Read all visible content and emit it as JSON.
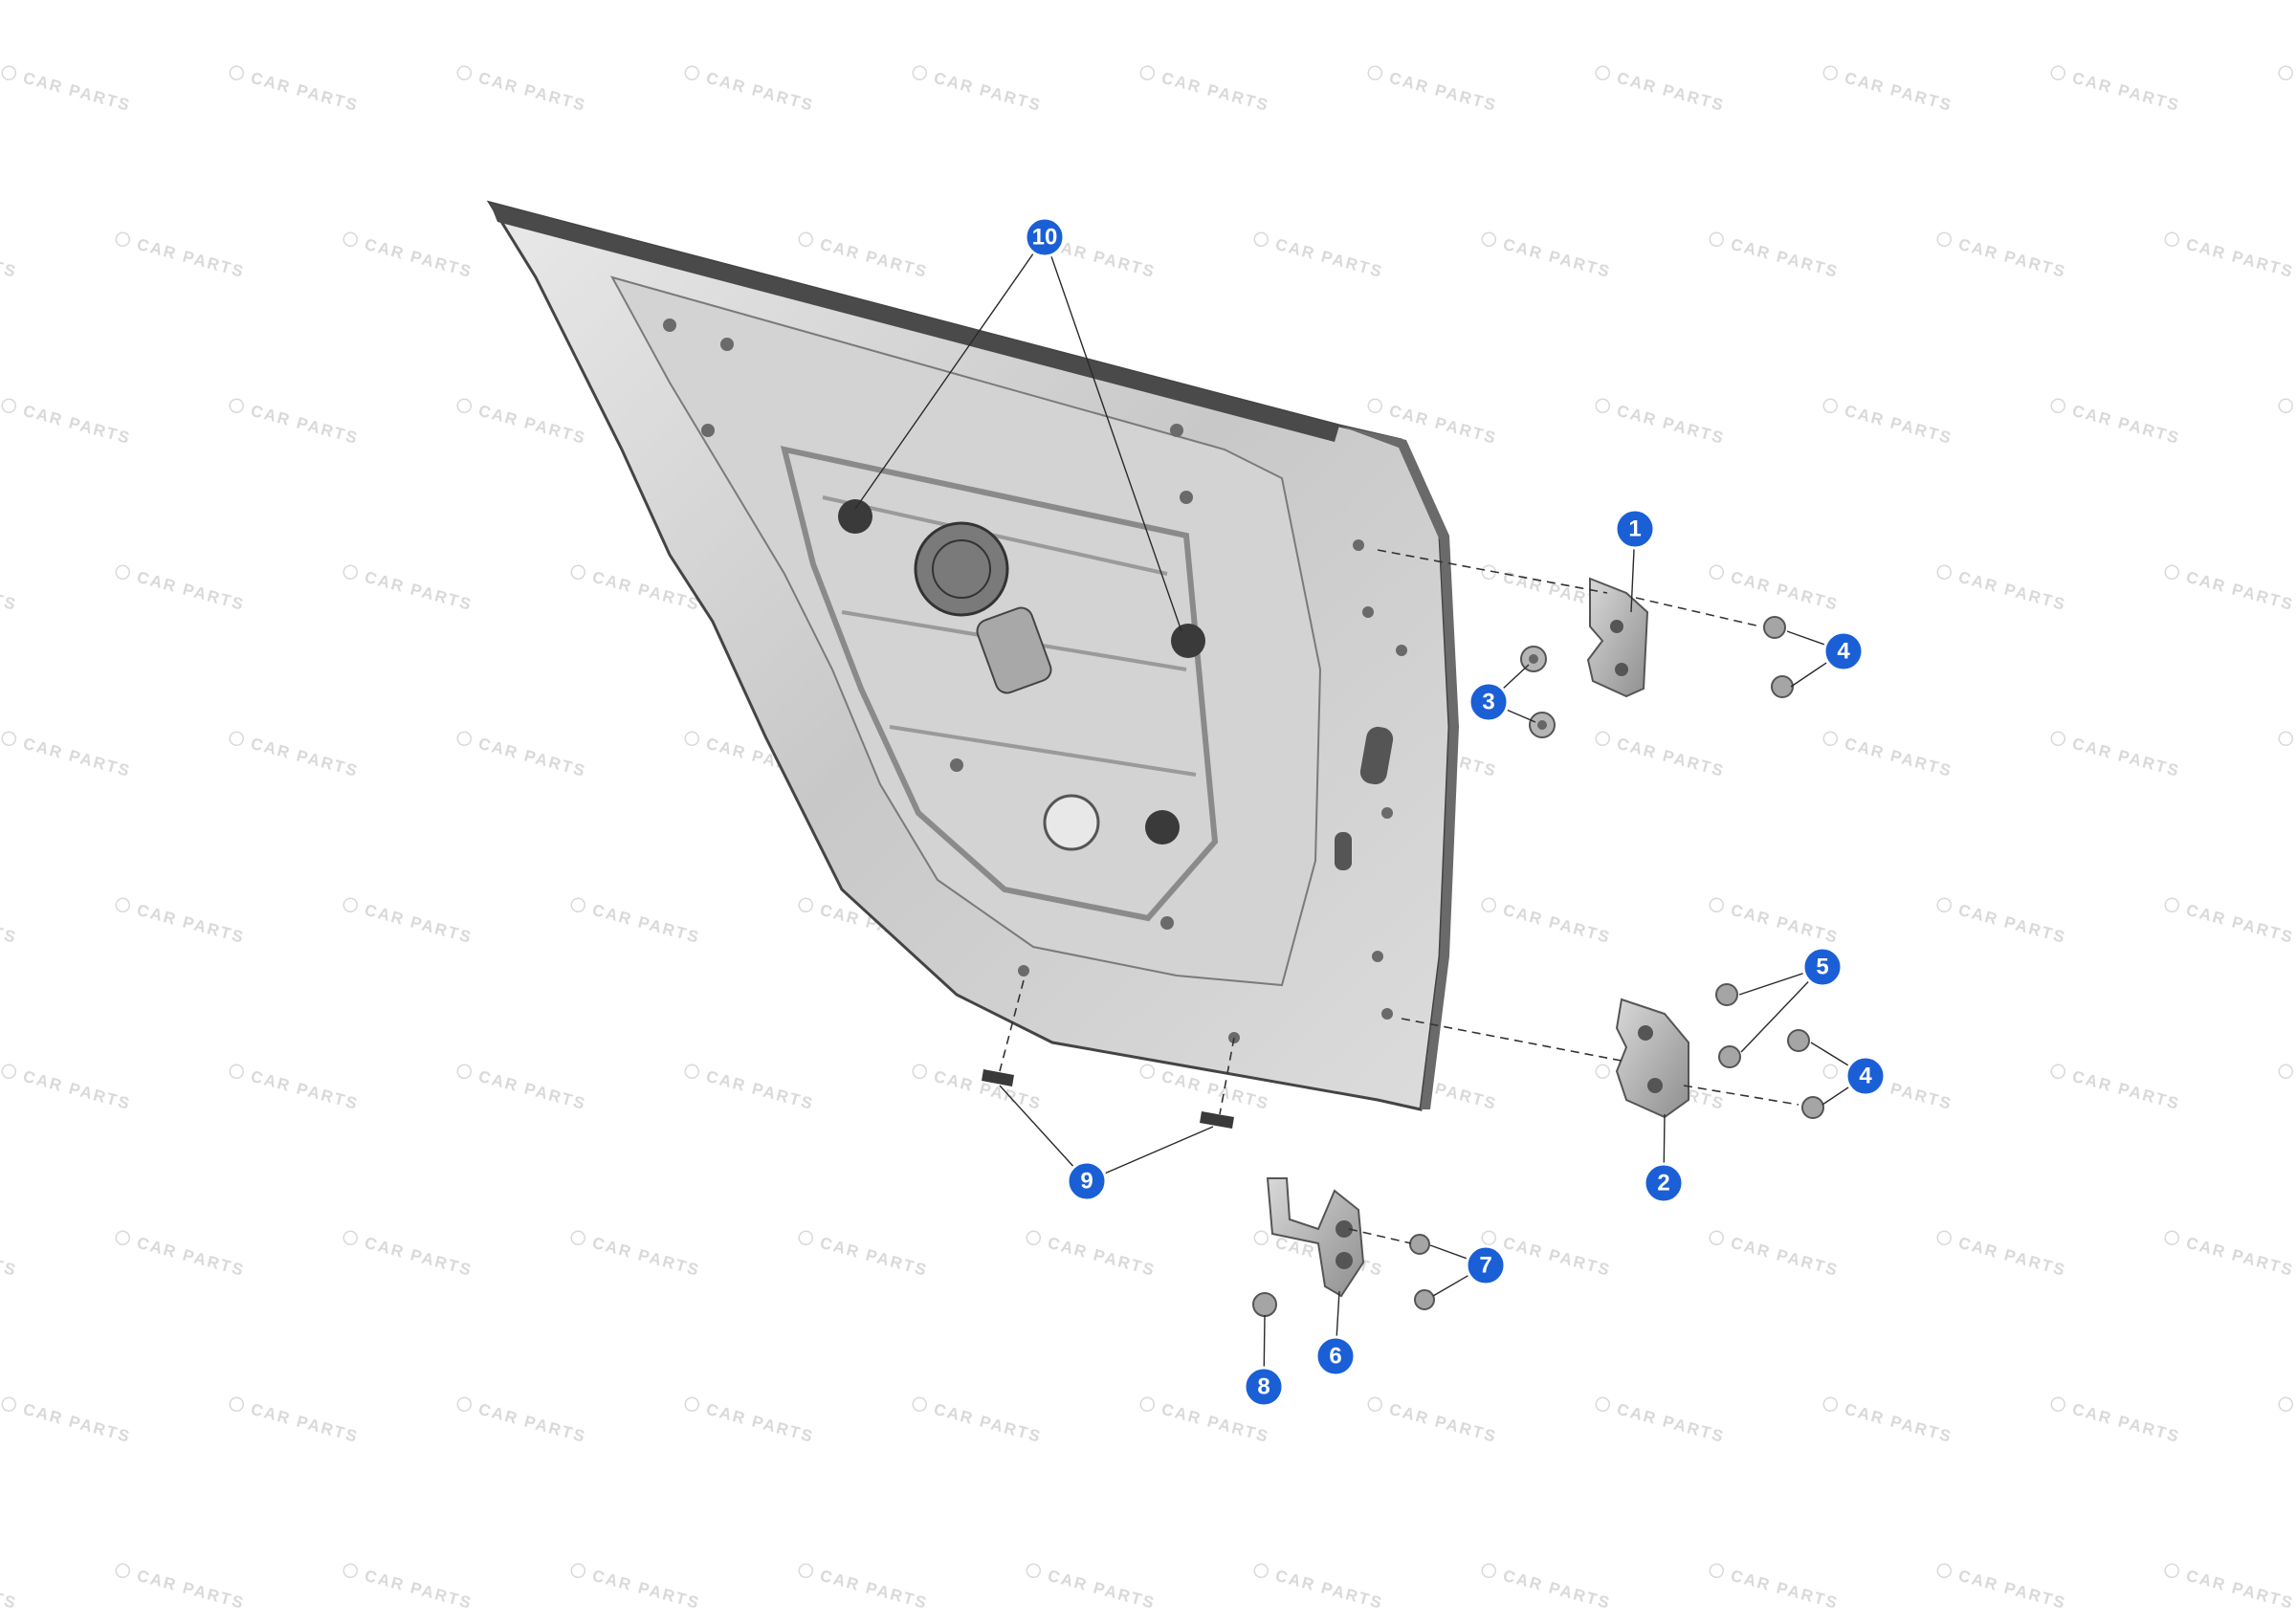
{
  "watermark": {
    "text": "CAR PARTS",
    "logo_icon": "car-parts-logo-icon"
  },
  "callout_color": "#1a5fd6",
  "callouts": [
    {
      "label": "1"
    },
    {
      "label": "2"
    },
    {
      "label": "3"
    },
    {
      "label": "4"
    },
    {
      "label": "4"
    },
    {
      "label": "5"
    },
    {
      "label": "6"
    },
    {
      "label": "7"
    },
    {
      "label": "8"
    },
    {
      "label": "9"
    },
    {
      "label": "10"
    }
  ],
  "parts_shown": [
    "door-shell",
    "window-regulator-motor",
    "upper-hinge",
    "lower-hinge",
    "washer",
    "hinge-bolt",
    "door-check-strap",
    "nut",
    "check-bolt",
    "drain-plug",
    "access-plug"
  ]
}
